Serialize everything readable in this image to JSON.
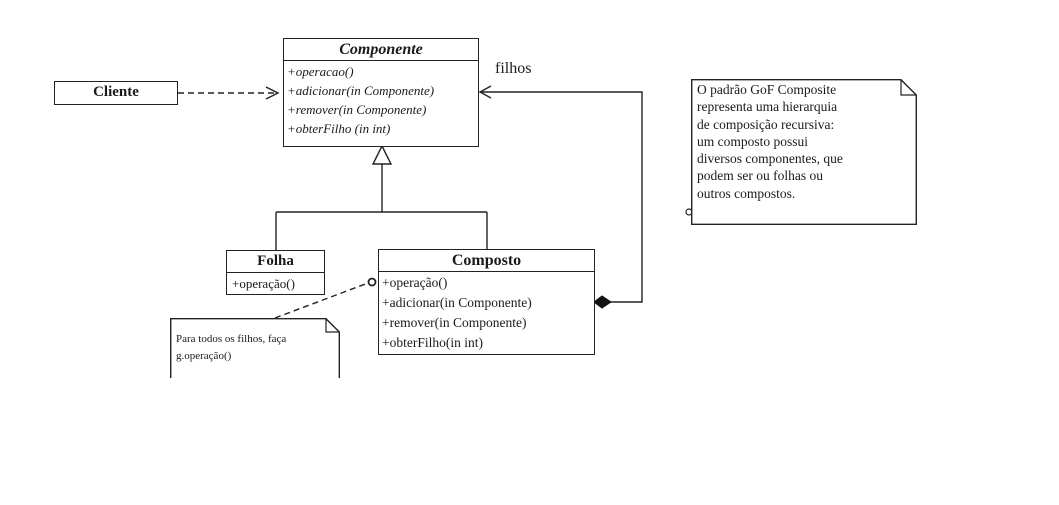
{
  "diagram": {
    "cliente": {
      "name": "Cliente"
    },
    "componente": {
      "name": "Componente",
      "ops": [
        "+operacao()",
        "+adicionar(in Componente)",
        "+remover(in Componente)",
        "+obterFilho (in int)"
      ]
    },
    "folha": {
      "name": "Folha",
      "ops": [
        "+operação()"
      ]
    },
    "composto": {
      "name": "Composto",
      "ops": [
        "+operação()",
        "+adicionar(in Componente)",
        "+remover(in Componente)",
        "+obterFilho(in int)"
      ]
    },
    "filhos_label": "filhos",
    "note_composite": {
      "lines": [
        "O padrão GoF Composite",
        "representa uma hierarquia",
        "de composição recursiva:",
        "um composto possui",
        "diversos componentes, que",
        "podem ser ou folhas ou",
        "outros compostos."
      ]
    },
    "note_operacao": {
      "lines": [
        "Para todos os filhos, faça",
        "g.operação()"
      ]
    }
  }
}
